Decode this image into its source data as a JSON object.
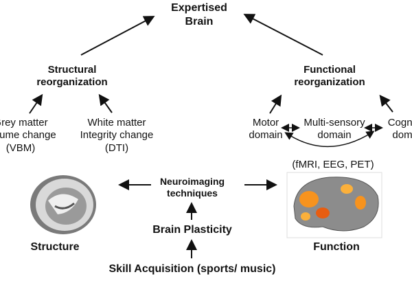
{
  "top": {
    "line1": "Expertised",
    "line2": "Brain"
  },
  "structural": {
    "line1": "Structural",
    "line2": "reorganization"
  },
  "functional": {
    "line1": "Functional",
    "line2": "reorganization"
  },
  "grey_matter": {
    "line1": "Grey matter",
    "line2": "Volume change",
    "line3": "(VBM)"
  },
  "white_matter": {
    "line1": "White matter",
    "line2": "Integrity change",
    "line3": "(DTI)"
  },
  "motor": {
    "line1": "Motor",
    "line2": "domain"
  },
  "multisensory": {
    "line1": "Multi-sensory",
    "line2": "domain"
  },
  "cognitive": {
    "line1": "Cognitive",
    "line2": "domain"
  },
  "functional_methods": "(fMRI, EEG, PET)",
  "neuroimaging": {
    "line1": "Neuroimaging",
    "line2": "techniques"
  },
  "structure_label": "Structure",
  "function_label": "Function",
  "plasticity": "Brain Plasticity",
  "skill": "Skill Acquisition (sports/ music)",
  "colors": {
    "activation": "#f7931e",
    "brain_grey": "#8c8c8c"
  }
}
